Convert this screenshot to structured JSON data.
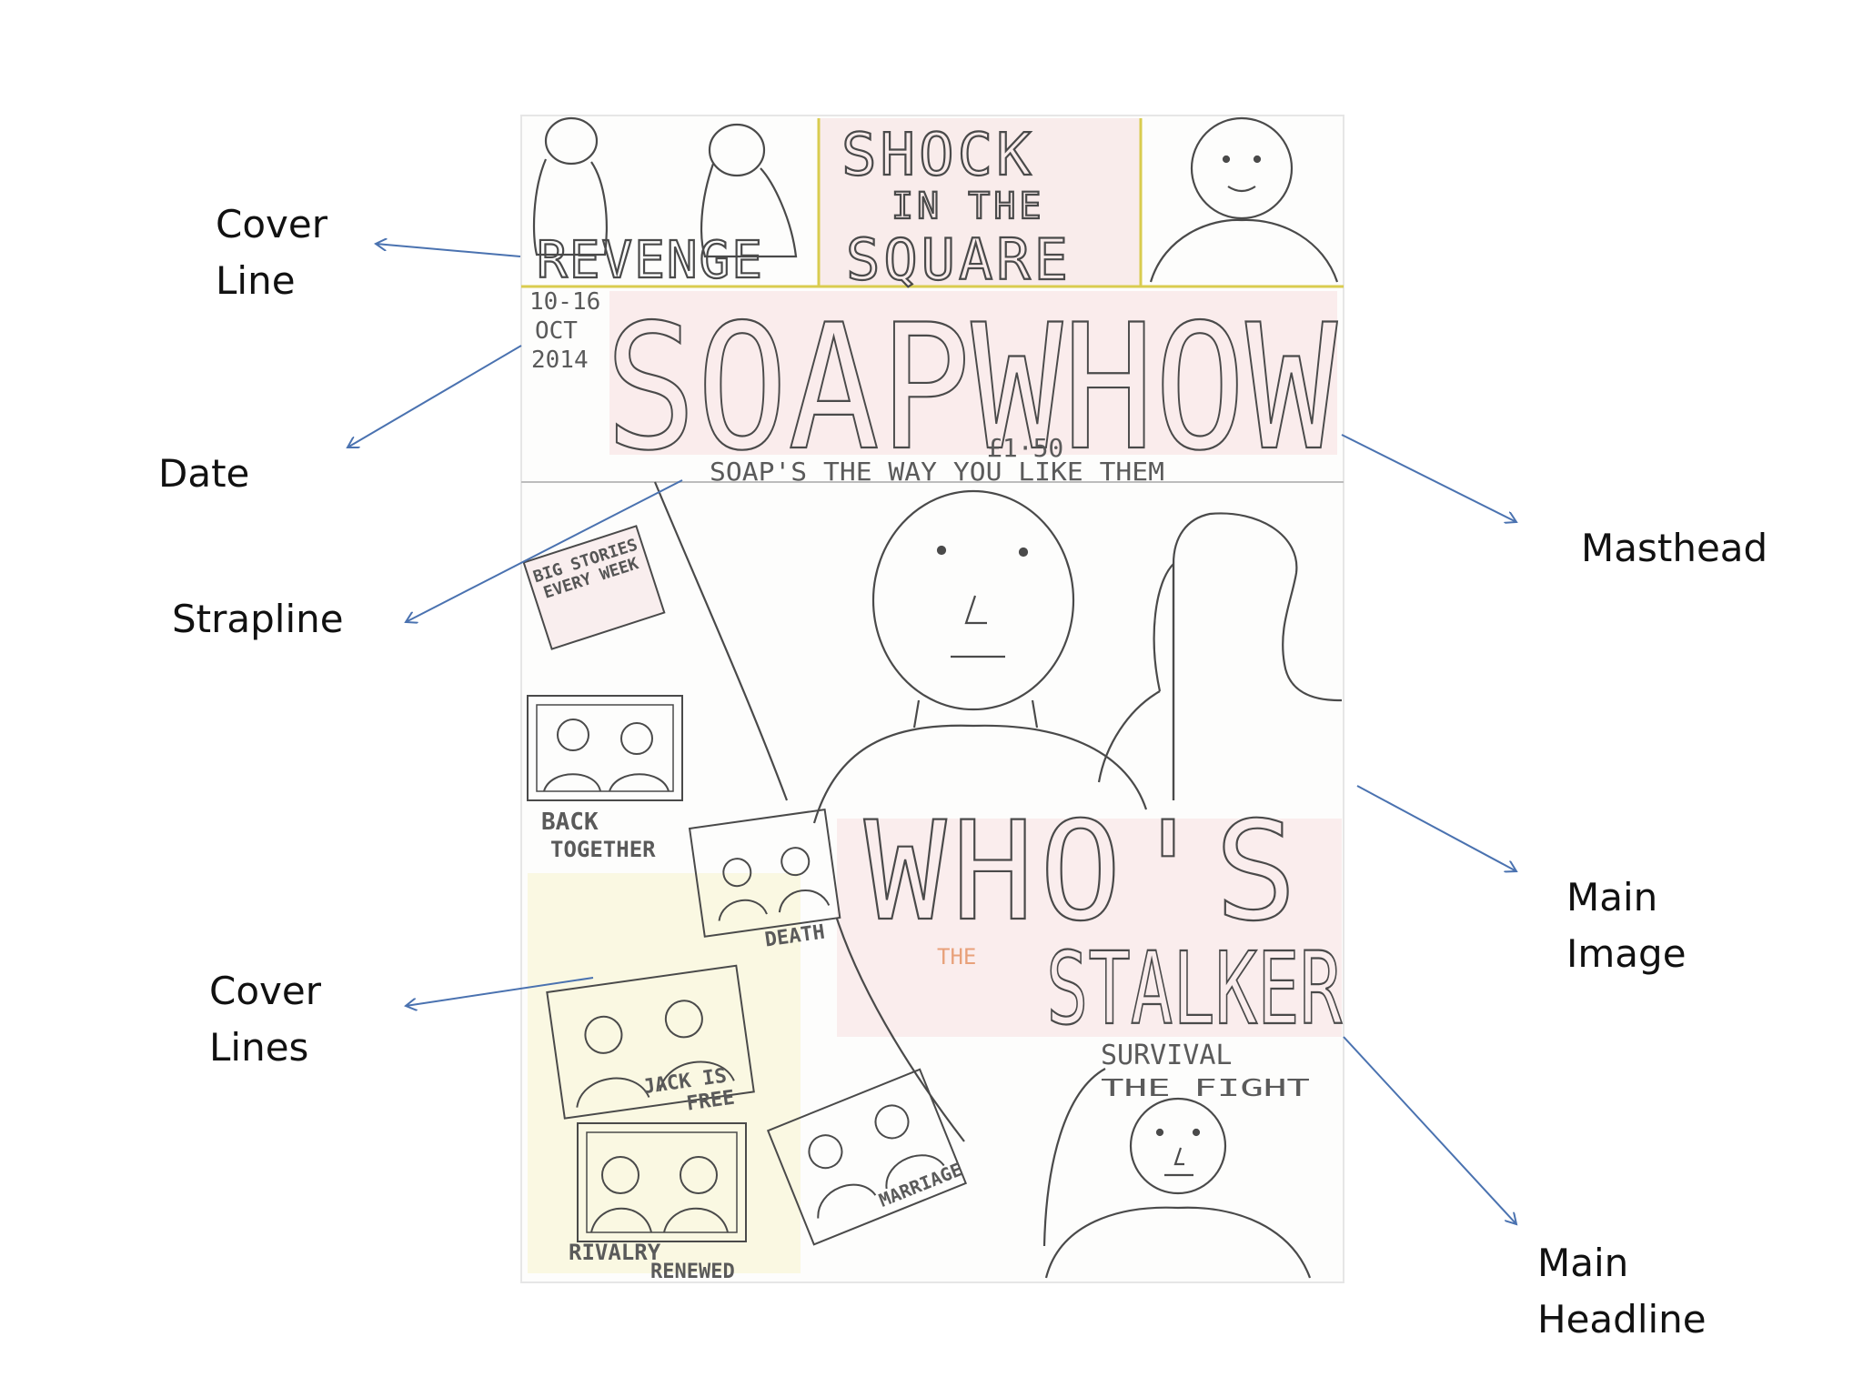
{
  "labels": {
    "cover_line": "Cover\nLine",
    "date": "Date",
    "strapline": "Strapline",
    "masthead": "Masthead",
    "main_image": "Main\nImage",
    "cover_lines": "Cover\nLines",
    "main_headline": "Main\nHeadline"
  },
  "cover": {
    "top_cover_line_1": "SHOCK",
    "top_cover_line_2": "IN THE",
    "top_cover_line_3": "SQUARE",
    "revenge": "REVENGE",
    "date_1": "10-16",
    "date_2": "OCT",
    "date_3": "2014",
    "masthead": "SOAPWHOW",
    "price": "£1·50",
    "strapline": "SOAP'S THE WAY YOU LIKE THEM",
    "box_1": "BIG STORIES EVERY WEEK",
    "box_back_1": "BACK",
    "box_back_2": "TOGETHER",
    "box_death": "DEATH",
    "headline_1": "WHO'S",
    "headline_the": "THE",
    "headline_2": "STALKER",
    "survival_1": "SURVIVAL",
    "survival_2": "THE FIGHT",
    "box_free_1": "JACK IS",
    "box_free_2": "FREE",
    "box_marriage": "MARRIAGE",
    "box_rivalry_1": "RIVALRY",
    "box_rivalry_2": "RENEWED"
  },
  "colors": {
    "arrow": "#4a72b0",
    "pink_tint": "#f7dede",
    "yellow_tint": "#f6f1c4",
    "orange_tint": "#e8a17a"
  }
}
